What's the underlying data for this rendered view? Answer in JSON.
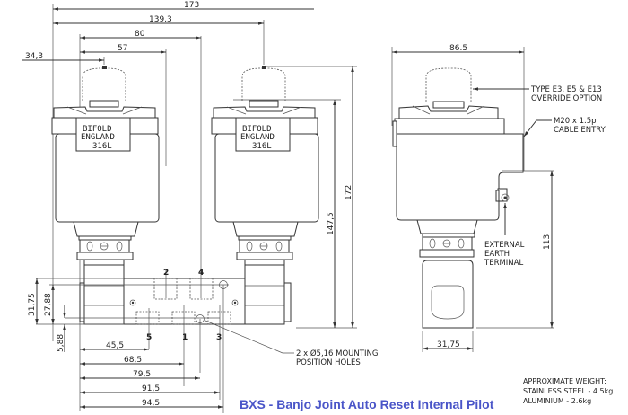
{
  "title": "BXS - Banjo Joint Auto Reset Internal Pilot",
  "dimensions": {
    "d173": "173",
    "d139": "139,3",
    "d80": "80",
    "d57": "57",
    "d34": "34,3",
    "d86": "86.5",
    "d172": "172",
    "d147": "147,5",
    "d113": "113",
    "d3175v": "31,75",
    "d2788": "27,88",
    "d588": "5,88",
    "d455": "45,5",
    "d685": "68,5",
    "d795": "79,5",
    "d915": "91,5",
    "d945": "94,5",
    "d3175h": "31,75"
  },
  "ports": {
    "p2": "2",
    "p4": "4",
    "p5": "5",
    "p1": "1",
    "p3": "3"
  },
  "stamp": {
    "line1": "BIFOLD",
    "line2": "ENGLAND",
    "line3": "316L"
  },
  "callouts": {
    "override": [
      "TYPE E3, E5 & E13",
      "OVERRIDE OPTION"
    ],
    "cable": [
      "M20 x 1.5p",
      "CABLE ENTRY"
    ],
    "earth": [
      "EXTERNAL",
      "EARTH",
      "TERMINAL"
    ],
    "holes": [
      "2 x Ø5,16 MOUNTING",
      "POSITION HOLES"
    ]
  },
  "weight": {
    "heading": "APPROXIMATE WEIGHT:",
    "steel": "STAINLESS STEEL - 4.5kg",
    "aluminium": "ALUMINIUM - 2.6kg"
  }
}
